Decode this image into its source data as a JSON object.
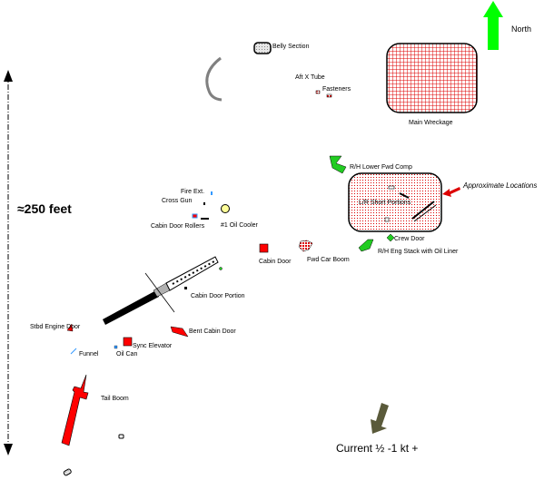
{
  "diagram": {
    "title": "Debris field map",
    "north_label": "North",
    "scale_label": "≈250 feet",
    "current_label": "Current ½ -1 kt +",
    "approx_label": "Approximate Locations",
    "colors": {
      "north_arrow": "#00ff00",
      "debris_red": "#ff0000",
      "current_arrow": "#5a5a3a",
      "debris_green": "#22cc22",
      "hatch_red": "#dd0000",
      "yellow": "#ffff99",
      "blue": "#3399ff"
    },
    "labels": {
      "belly_section": "Belly Section",
      "aft_x_tube": "Aft X Tube",
      "pieces_top": "Fasteners",
      "main_wreckage": "Main Wreckage",
      "rh_lower_fwd_comp": "R/H Lower Fwd Comp",
      "lr_short_portions": "L/R Short Portions",
      "crew_door": "Crew Door",
      "rh_eng_stack": "R/H Eng Stack with Oil Liner",
      "fwd_cargo_boom": "Fwd Car Boom",
      "cabin_door": "Cabin Door",
      "fire_ext": "Fire Ext.",
      "cross_gun": "Cross Gun",
      "cabin_door_rollers": "Cabin Door Rollers",
      "oil_cooler": "#1 Oil Cooler",
      "cabin_door_portion": "Cabin Door Portion",
      "bent_cabin_door": "Bent Cabin Door",
      "stbd_engine_door": "Stbd Engine Door",
      "sync_elevator": "Sync Elevator",
      "funnel": "Funnel",
      "oil_can": "Oil Can",
      "tail_boom": "Tail Boom"
    }
  }
}
